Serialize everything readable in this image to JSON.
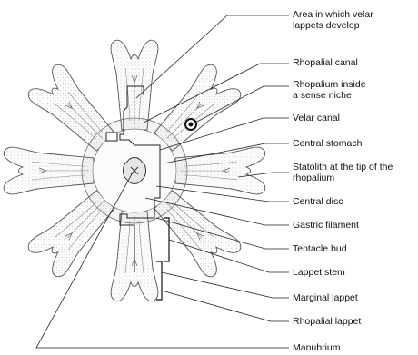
{
  "labels": {
    "velar_lappets_area": [
      "Area in which velar",
      "lappets develop"
    ],
    "rhopalial_canal": "Rhopalial canal",
    "rhopalium_niche": [
      "Rhopalium inside",
      "a sense niche"
    ],
    "velar_canal": "Velar canal",
    "central_stomach": "Central stomach",
    "statolith": [
      "Statolith at the tip of the",
      "rhopalium"
    ],
    "central_disc": "Central disc",
    "gastric_filament": "Gastric filament",
    "tentacle_bud": "Tentacle bud",
    "lappet_stem": "Lappet stem",
    "marginal_lappet": "Marginal lappet",
    "rhopalial_lappet": "Rhopalial lappet",
    "manubrium": "Manubrium"
  }
}
